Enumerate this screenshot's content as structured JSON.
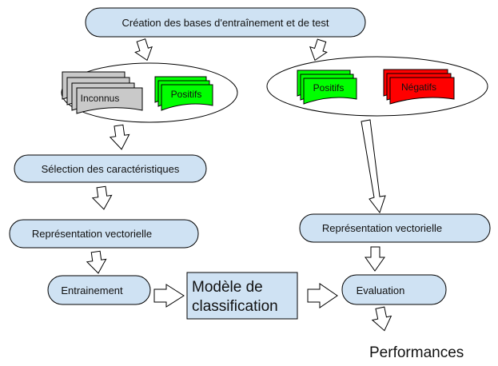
{
  "nodes": {
    "creation": "Création des bases d'entraînement et de test",
    "inconnus": "Inconnus",
    "positifs_train": "Positifs",
    "positifs_test": "Positifs",
    "negatifs": "Négatifs",
    "selection": "Sélection des caractéristiques",
    "representation_left": "Représentation vectorielle",
    "representation_right": "Représentation vectorielle",
    "entrainement": "Entrainement",
    "modele_line1": "Modèle de",
    "modele_line2": "classification",
    "evaluation": "Evaluation",
    "performances": "Performances"
  },
  "colors": {
    "pill_fill": "#cfe2f3",
    "box_fill": "#cfe2f3",
    "doc_grey": "#c9c9c9",
    "doc_green": "#00ff00",
    "doc_red": "#ff0000",
    "arrow_fill": "#ffffff",
    "stroke": "#000000"
  }
}
